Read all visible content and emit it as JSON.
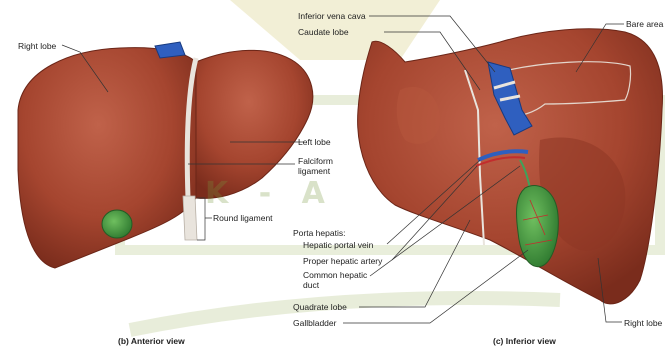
{
  "labels": {
    "right_lobe_anterior": "Right lobe",
    "left_lobe": "Left lobe",
    "falciform": "Falciform ligament",
    "falciform_line1": "Falciform",
    "falciform_line2": "ligament",
    "round_ligament": "Round ligament",
    "porta_hepatis": "Porta hepatis:",
    "hepatic_portal_vein": "Hepatic portal vein",
    "proper_hepatic_artery": "Proper hepatic artery",
    "common_hepatic_duct": "Common hepatic duct",
    "common_hepatic_duct_line1": "Common hepatic",
    "common_hepatic_duct_line2": "duct",
    "quadrate_lobe": "Quadrate lobe",
    "gallbladder": "Gallbladder",
    "inferior_vena_cava": "Inferior vena cava",
    "caudate_lobe": "Caudate lobe",
    "bare_area": "Bare area",
    "right_lobe_inferior": "Right lobe"
  },
  "captions": {
    "anterior": "(b) Anterior view",
    "inferior": "(c) Inferior view"
  },
  "watermark": {
    "letters": "K - A"
  },
  "colors": {
    "liver": "#a5452f",
    "liver_dark": "#7c2d1e",
    "ligament": "#e9e4dd",
    "gallbladder": "#4e9a45",
    "vein": "#2f5fbf",
    "artery": "#c22d2d",
    "duct": "#3ea35a",
    "watermark": "#9bb25a"
  }
}
